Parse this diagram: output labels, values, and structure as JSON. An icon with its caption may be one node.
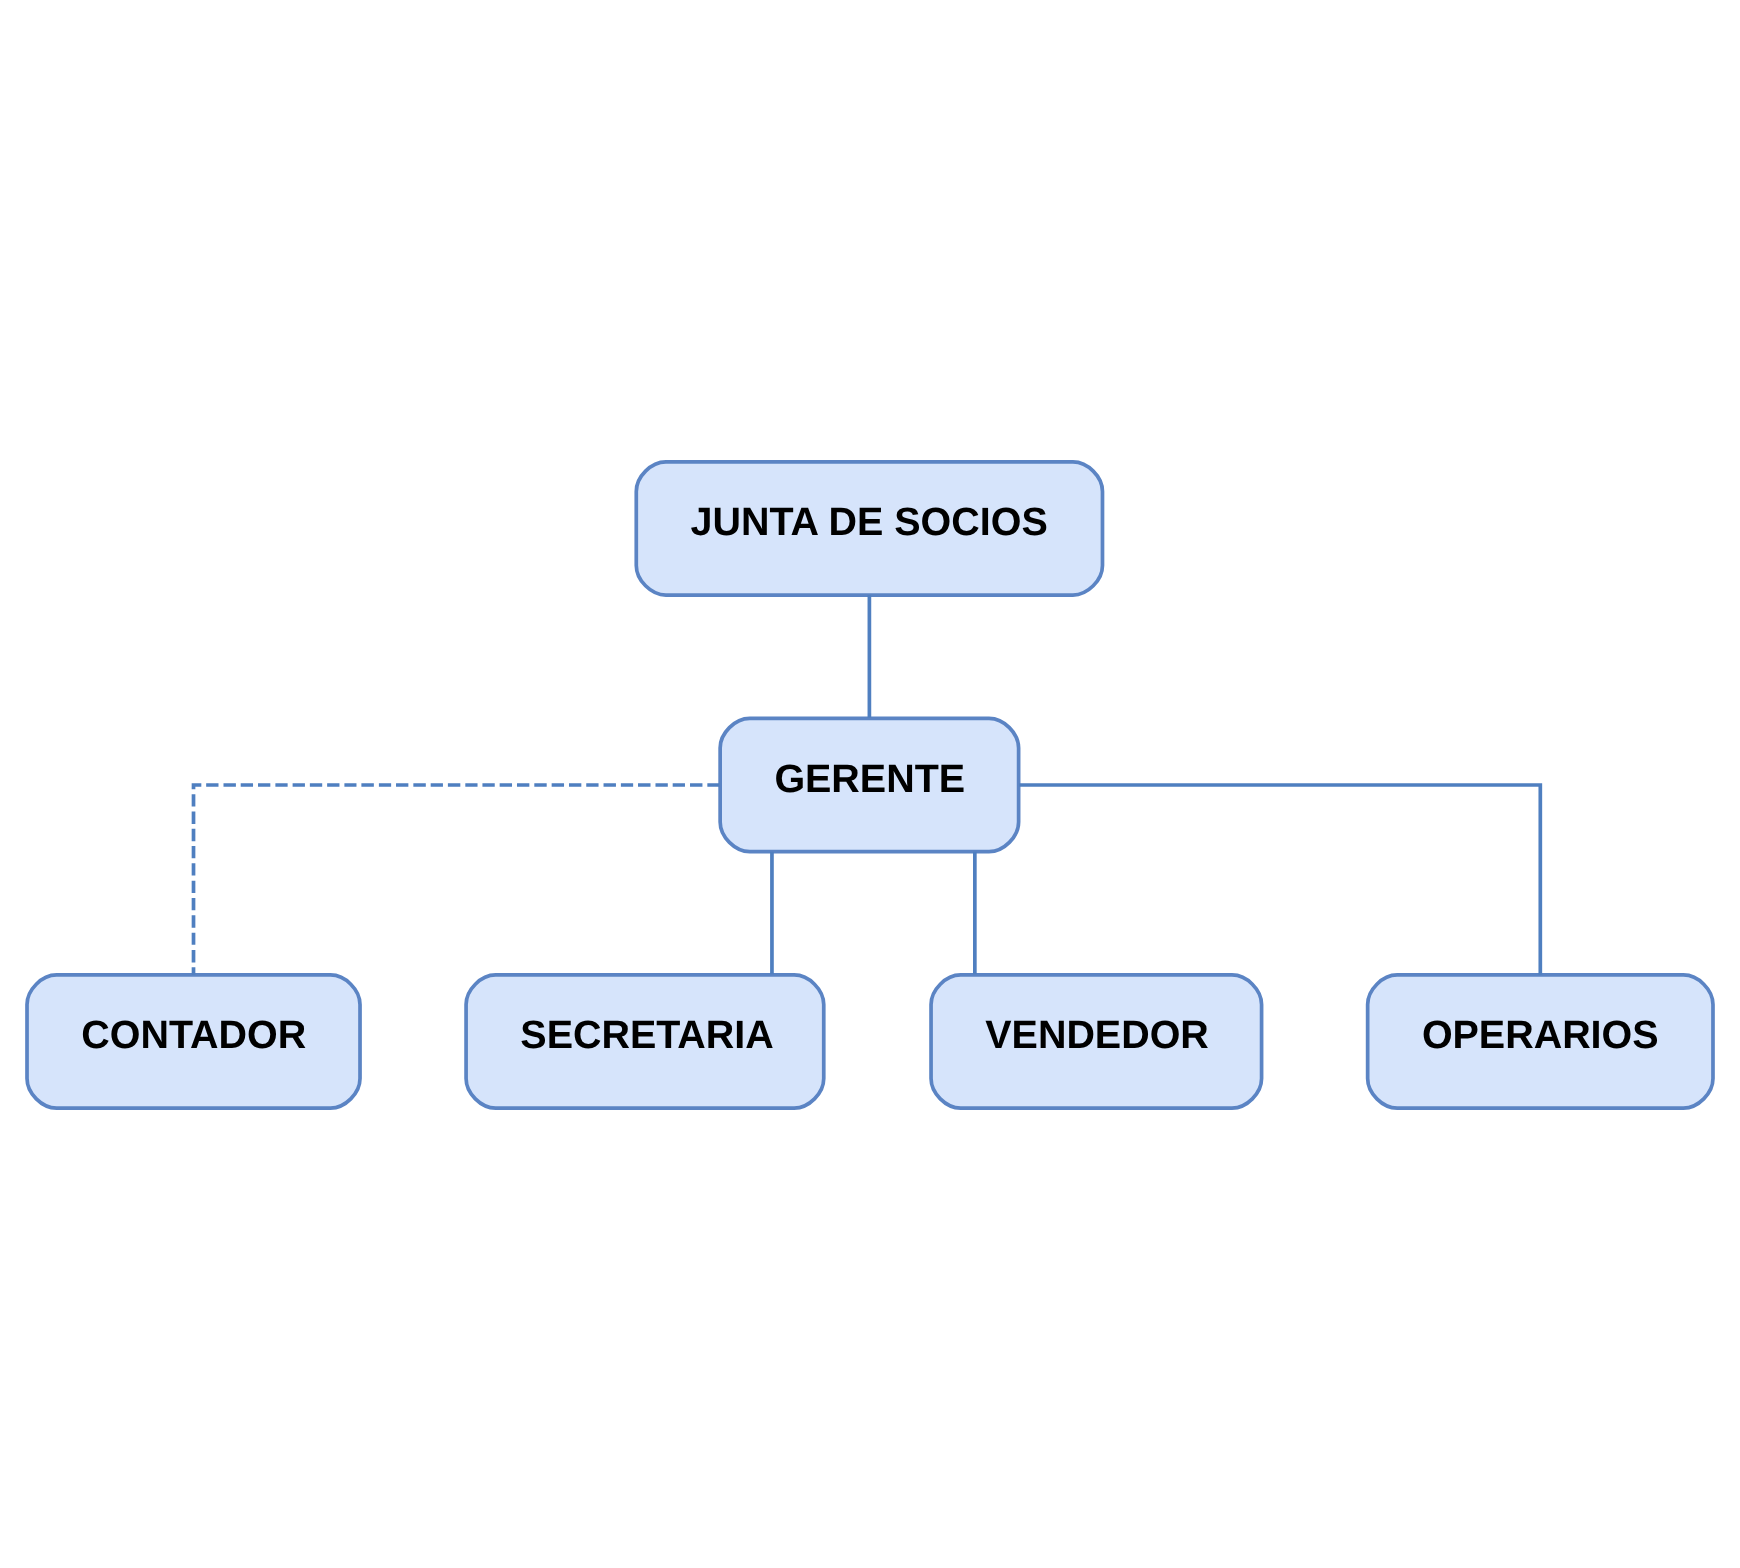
{
  "diagram": {
    "nodes": [
      {
        "text": [
          "JUNTA DE SOCIOS"
        ]
      },
      {
        "text": [
          "GERENTE"
        ]
      },
      {
        "text": [
          "CONTADOR"
        ]
      },
      {
        "text": [
          "SECRETARIA"
        ]
      },
      {
        "text": [
          "VENDEDOR"
        ]
      },
      {
        "text": [
          "OPERARIOS"
        ]
      }
    ],
    "edges": [
      {
        "from": 0,
        "to": 1,
        "arrow": "none"
      },
      {
        "from": 1,
        "to": 2,
        "arrow": "none",
        "style": "dashed"
      },
      {
        "from": 1,
        "to": 3,
        "arrow": "none"
      },
      {
        "from": 1,
        "to": 4,
        "arrow": "none"
      },
      {
        "from": 1,
        "to": 5,
        "arrow": "none"
      }
    ]
  }
}
